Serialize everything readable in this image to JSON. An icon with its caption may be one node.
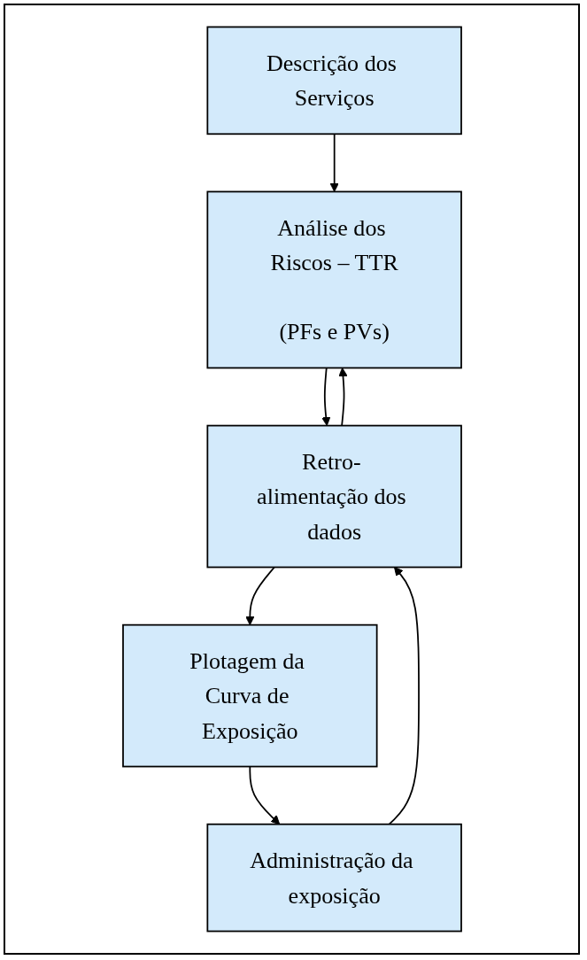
{
  "diagram": {
    "nodes": [
      {
        "text": [
          "Descrição dos Serviços"
        ]
      },
      {
        "text": [
          "Análise dos Riscos – TTR",
          "(PFs e PVs)"
        ]
      },
      {
        "text": [
          "Retro- alimentação dos dados"
        ]
      },
      {
        "text": [
          "Plotagem da Curva de Exposição"
        ]
      },
      {
        "text": [
          "Administração da exposição"
        ]
      }
    ],
    "edges": [
      {
        "from": 0,
        "to": 1,
        "arrow": "to"
      },
      {
        "from": 1,
        "to": 2,
        "arrow": "to"
      },
      {
        "from": 2,
        "to": 1,
        "arrow": "to"
      },
      {
        "from": 2,
        "to": 3,
        "arrow": "to"
      },
      {
        "from": 3,
        "to": 4,
        "arrow": "to"
      },
      {
        "from": 4,
        "to": 2,
        "arrow": "to"
      }
    ]
  }
}
